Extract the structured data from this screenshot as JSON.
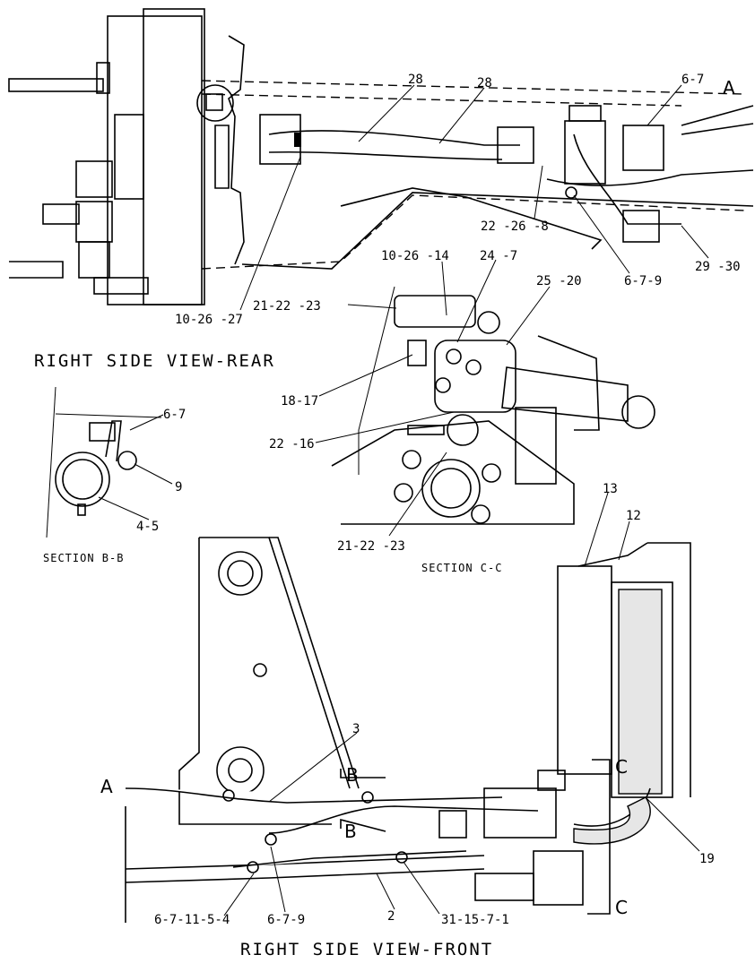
{
  "views": {
    "rear_title": "RIGHT SIDE VIEW-REAR",
    "front_title": "RIGHT SIDE VIEW-FRONT",
    "section_bb": "SECTION B-B",
    "section_cc": "SECTION C-C"
  },
  "letters": {
    "a_top": "A",
    "a_front": "A",
    "b_upper": "B",
    "b_lower": "B",
    "c_upper": "C",
    "c_lower": "C"
  },
  "callouts": [
    "28",
    "28",
    "6-7",
    "22 -26 -8",
    "6-7-9",
    "29 -30",
    "10-26 -27",
    "10-26 -14",
    "24 -7",
    "25 -20",
    "21-22 -23",
    "18-17",
    "22 -16",
    "21-22 -23",
    "6-7",
    "9",
    "4-5",
    "13",
    "12",
    "3",
    "19",
    "6-7-11-5-4",
    "6-7-9",
    "2",
    "31-15-7-1"
  ]
}
